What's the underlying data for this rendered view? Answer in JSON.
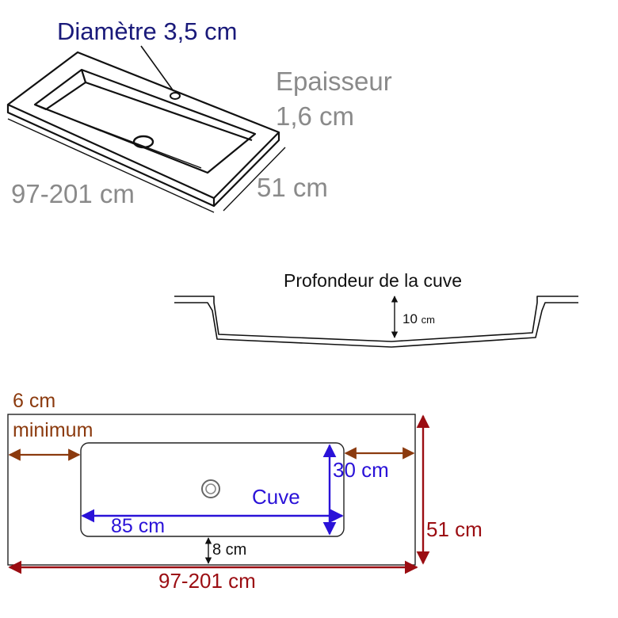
{
  "iso_view": {
    "hole_diameter": "Diamètre 3,5 cm",
    "thickness_label": "Epaisseur",
    "thickness_value": "1,6 cm",
    "length": "97-201 cm",
    "width": "51 cm"
  },
  "section_view": {
    "title": "Profondeur de la cuve",
    "depth": "10",
    "depth_unit": "cm"
  },
  "top_view": {
    "margin_value": "6 cm",
    "margin_note": "minimum",
    "basin_width": "30 cm",
    "basin_label": "Cuve",
    "basin_length": "85 cm",
    "front_margin": "8 cm",
    "total_width": "51 cm",
    "total_length": "97-201 cm"
  },
  "colors": {
    "navy": "#1a1a7a",
    "gray": "#8a8a8a",
    "brown": "#8b3a0e",
    "blue": "#2a12d8",
    "red": "#9b0d12"
  }
}
